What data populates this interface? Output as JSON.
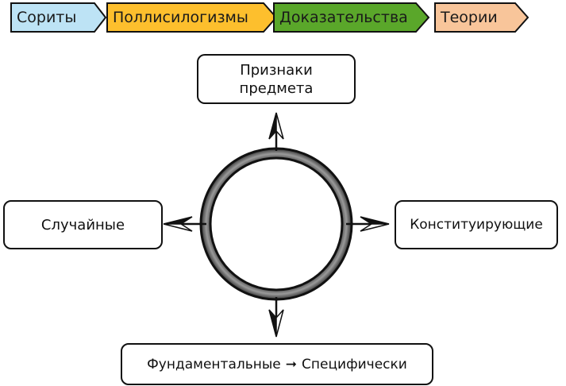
{
  "process_steps": [
    {
      "label": "Сориты",
      "color": "#bde3f5"
    },
    {
      "label": "Поллисилогизмы",
      "color": "#fdbf2d"
    },
    {
      "label": "Доказательства",
      "color": "#5aa72a"
    },
    {
      "label": "Теории",
      "color": "#f8c59a"
    }
  ],
  "nodes": {
    "top": {
      "line1": "Признаки",
      "line2": "предмета"
    },
    "left": "Случайные",
    "right": "Конституирующие",
    "bottom": {
      "from": "Фундаментальные",
      "arrow": "➞",
      "to": "Специфически"
    }
  }
}
